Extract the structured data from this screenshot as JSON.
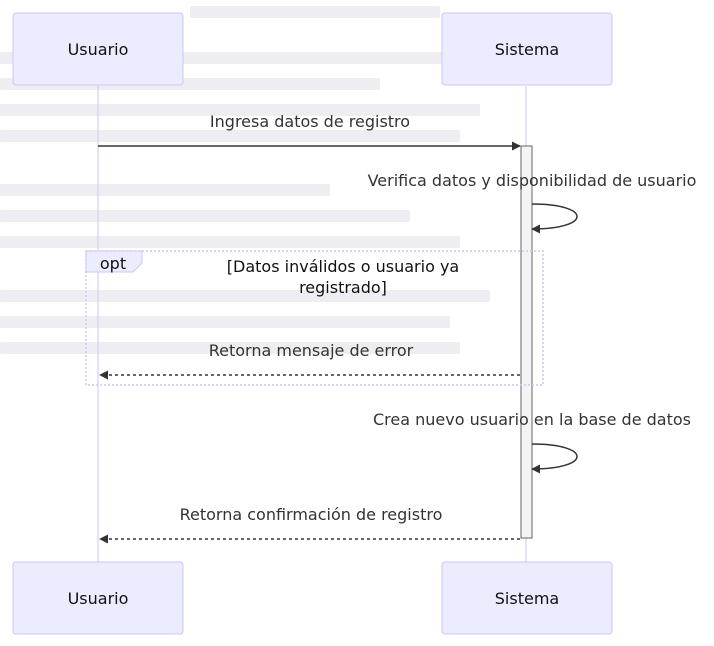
{
  "participants": {
    "usuario": "Usuario",
    "sistema": "Sistema"
  },
  "messages": {
    "m1": "Ingresa datos de registro",
    "m2": "Verifica datos y disponibilidad de usuario",
    "m3": "Retorna mensaje de error",
    "m4": "Crea nuevo usuario en la base de datos",
    "m5": "Retorna confirmación de registro"
  },
  "opt_block": {
    "keyword": "opt",
    "condition_line1": "[Datos inválidos o usuario ya",
    "condition_line2": "registrado]"
  },
  "colors": {
    "actor_fill": "#ECECFF",
    "actor_stroke": "#CFC6F5",
    "line": "#333333",
    "activation_fill": "#F4F4F4"
  }
}
